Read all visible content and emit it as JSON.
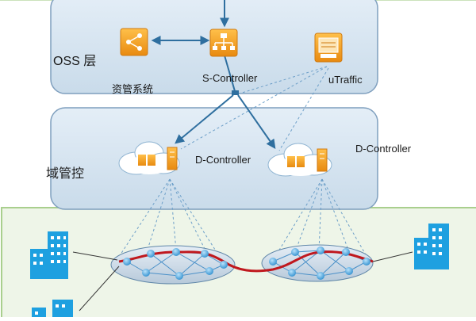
{
  "oss_layer": {
    "label": "OSS 层",
    "resource_system": {
      "label": "资管系统",
      "icon": "resource-management-icon"
    },
    "s_controller": {
      "label": "S-Controller",
      "icon": "s-controller-icon"
    },
    "utraffic": {
      "label": "uTraffic",
      "icon": "utraffic-icon"
    }
  },
  "domain_layer": {
    "label": "域管控",
    "d_controller_left": {
      "label": "D-Controller",
      "icon": "cloud-controller-icon"
    },
    "d_controller_right": {
      "label": "D-Controller",
      "icon": "cloud-controller-icon"
    }
  },
  "network_layer": {
    "icons": [
      "building-icon",
      "building-icon",
      "building-icon"
    ]
  },
  "colors": {
    "layer_fill": "#d6e5f1",
    "layer_border": "#7f9fbe",
    "network_bg": "#eef5e8",
    "network_border": "#a9cf8e",
    "arrow": "#2f6f9f",
    "dashed": "#6d9fc8",
    "red_link": "#c0181e",
    "node": "#4fa6dc",
    "icon_orange": "#f0a020",
    "building": "#1ea0e0"
  }
}
